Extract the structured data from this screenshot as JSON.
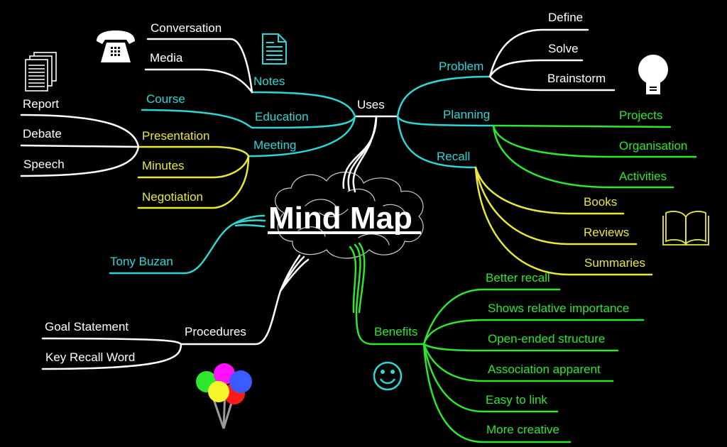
{
  "title": "Mind Map",
  "colors": {
    "background": "#000000",
    "white": "#ffffff",
    "cyan": "#2fd6d6",
    "yellow": "#e8e83a",
    "green": "#2ee62e",
    "gray": "#9a9a9a"
  },
  "branches": {
    "uses": {
      "label": "Uses",
      "children": {
        "notes": {
          "label": "Notes",
          "children": [
            "Conversation",
            "Media"
          ]
        },
        "education": {
          "label": "Education",
          "children": [
            "Course"
          ]
        },
        "meeting": {
          "label": "Meeting",
          "children": [
            "Presentation",
            "Minutes",
            "Negotiation"
          ]
        },
        "presentation_sub": [
          "Report",
          "Debate",
          "Speech"
        ],
        "problem": {
          "label": "Problem",
          "children": [
            "Define",
            "Solve",
            "Brainstorm"
          ]
        },
        "planning": {
          "label": "Planning",
          "children": [
            "Projects",
            "Organisation",
            "Activities"
          ]
        },
        "recall": {
          "label": "Recall",
          "children": [
            "Books",
            "Reviews",
            "Summaries"
          ]
        }
      }
    },
    "tony_buzan": {
      "label": "Tony Buzan"
    },
    "procedures": {
      "label": "Procedures",
      "children": [
        "Goal Statement",
        "Key Recall Word"
      ]
    },
    "benefits": {
      "label": "Benefits",
      "children": [
        "Better recall",
        "Shows relative importance",
        "Open-ended structure",
        "Association apparent",
        "Easy to link",
        "More creative"
      ]
    }
  },
  "icons": [
    "telephone-icon",
    "document-icon",
    "documents-stack-icon",
    "lightbulb-icon",
    "open-book-icon",
    "smiley-icon",
    "balloons-icon",
    "brain-cloud-icon"
  ]
}
